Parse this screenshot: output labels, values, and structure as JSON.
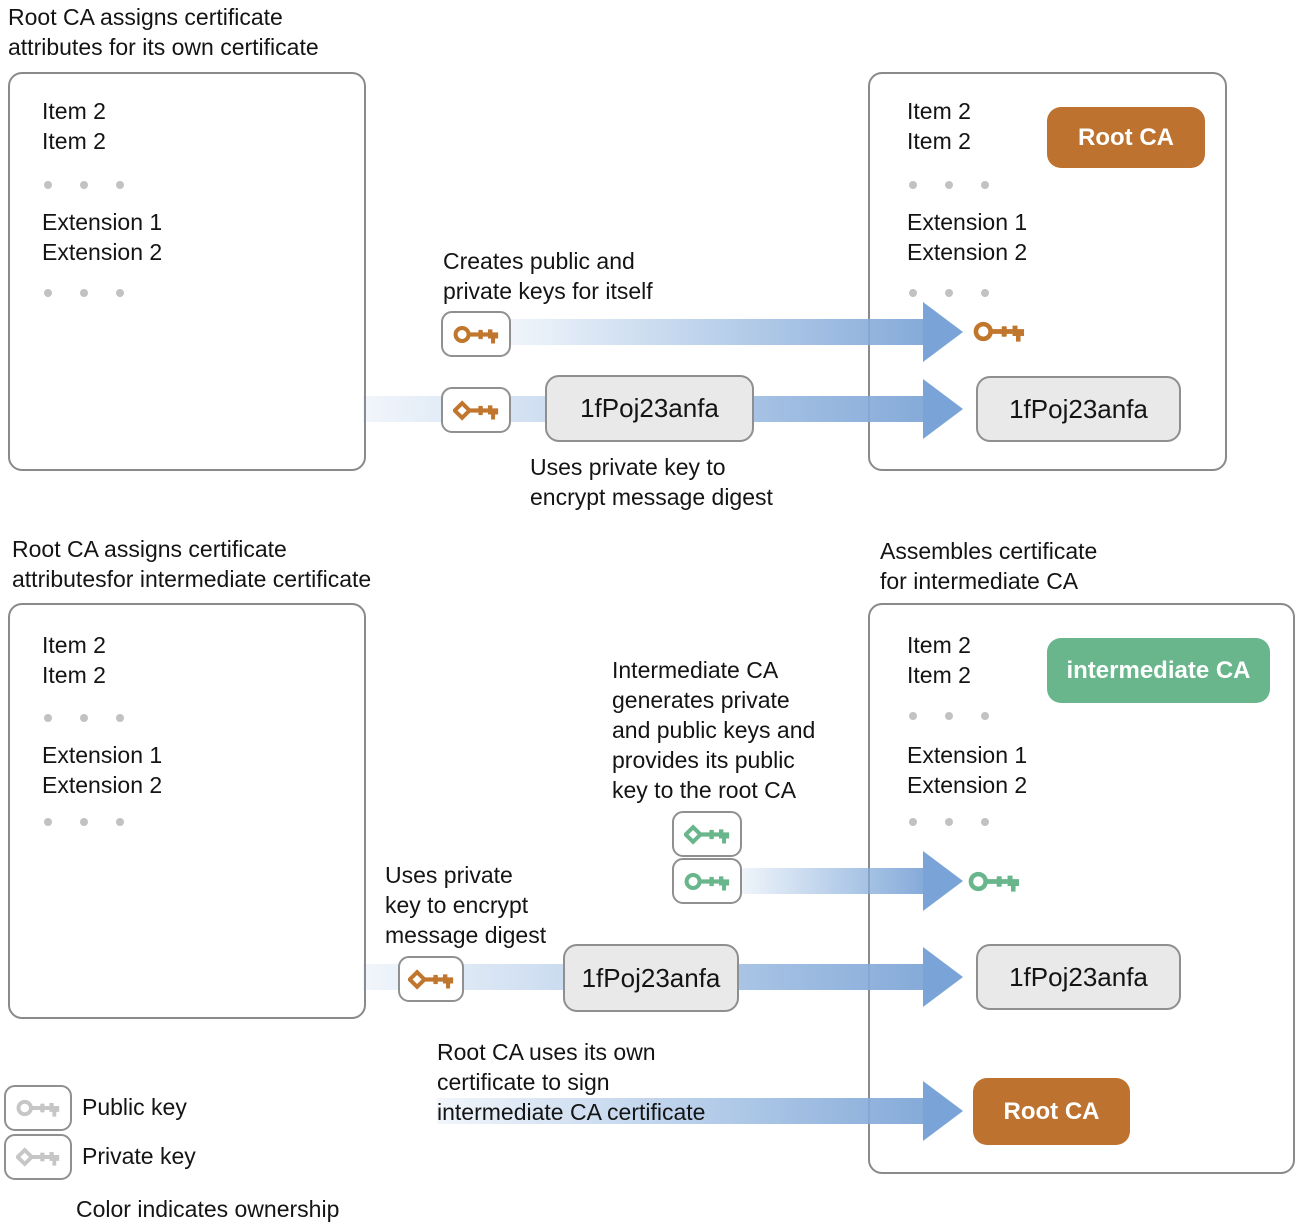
{
  "headings": {
    "top_left": [
      "Root CA assigns certificate",
      "attributes for its own certificate"
    ],
    "bottom_left": [
      "Root CA assigns certificate",
      "attributesfor intermediate certificate"
    ],
    "bottom_right": [
      "Assembles certificate",
      "for intermediate CA"
    ]
  },
  "certificate": {
    "item": "Item 2",
    "ext1": "Extension 1",
    "ext2": "Extension 2"
  },
  "badges": {
    "root": "Root CA",
    "intermediate": "intermediate CA"
  },
  "signature": "1fPoj23anfa",
  "annotations": {
    "creates_keys": [
      "Creates public and",
      "private keys for itself"
    ],
    "uses_private_top": [
      "Uses private key to",
      "encrypt message digest"
    ],
    "intermediate_generates": [
      "Intermediate CA",
      "generates private",
      "and public keys and",
      "provides its public",
      "key to the root CA"
    ],
    "uses_private_bottom": [
      "Uses private",
      "key to encrypt",
      "message digest"
    ],
    "root_signs": [
      "Root CA uses its own",
      "certificate to sign",
      "intermediate CA certificate"
    ]
  },
  "legend": {
    "public": "Public key",
    "private": "Private key",
    "note": "Color indicates ownership"
  },
  "colors": {
    "root_ca": "#be7230",
    "intermediate_ca": "#69b68c",
    "arrow": "#7aa4d8",
    "legend_key": "#c6c6c6",
    "signature_box": "#e9e9e9"
  }
}
